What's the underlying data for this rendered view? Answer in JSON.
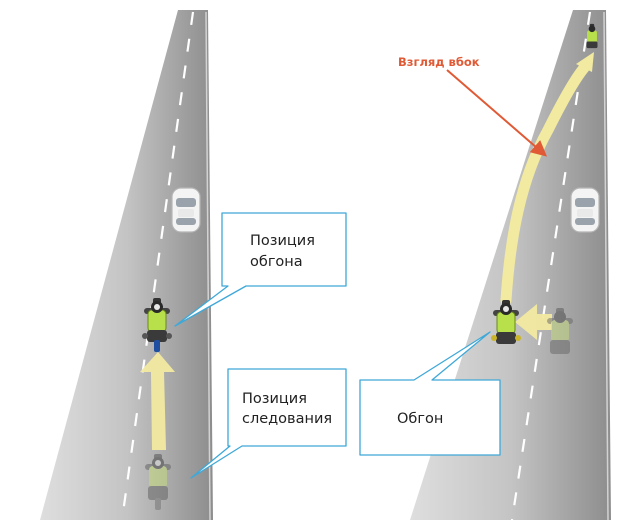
{
  "callouts": {
    "overtake_position": {
      "line1": "Позиция",
      "line2": "обгона"
    },
    "follow_position": {
      "line1": "Позиция",
      "line2": "следования"
    },
    "overtaking": {
      "label": "Обгон"
    }
  },
  "annotation": {
    "side_glance": "Взгляд вбок"
  },
  "colors": {
    "road_light": "#d4d4d4",
    "road_dark": "#8a8a8a",
    "lane_marking": "#ffffff",
    "arrow_fill": "#f2eaa0",
    "callout_border": "#3ea8d8",
    "annotation_red": "#e05a35",
    "rider_vest": "#b8e04a"
  },
  "icons": [
    "car-icon",
    "motorcycle-icon",
    "forward-arrow-icon",
    "lane-change-arrow-icon",
    "pointer-arrow-icon"
  ]
}
